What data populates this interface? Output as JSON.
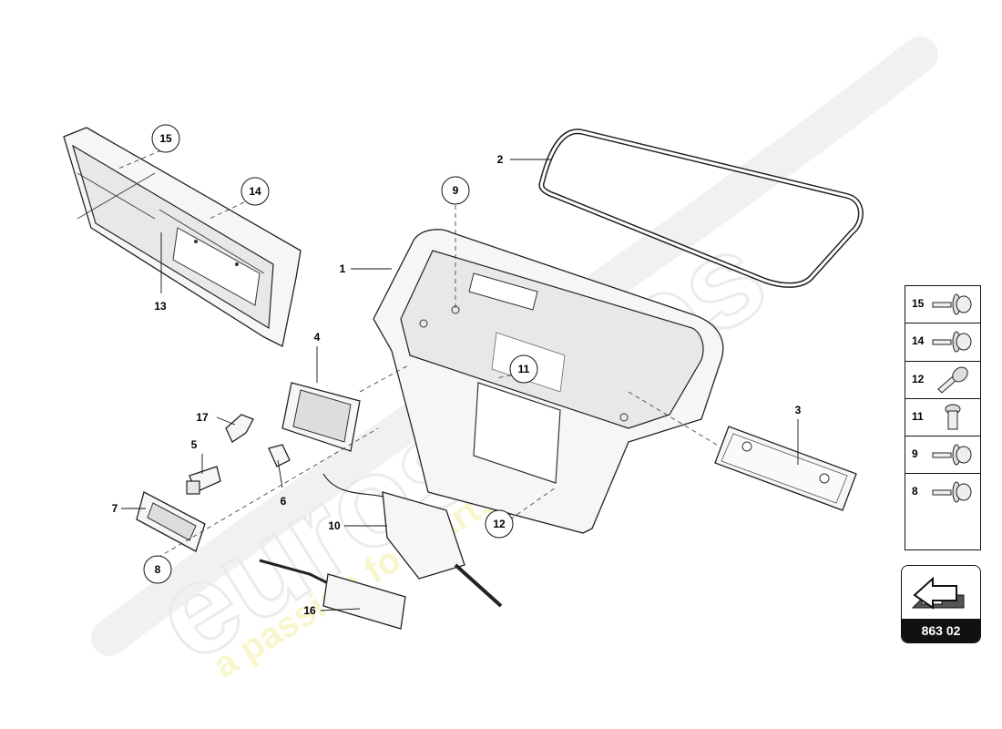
{
  "watermark": {
    "brand": "eurospares",
    "tagline": "a passion for parts since 1985"
  },
  "callouts": [
    {
      "id": "1",
      "label": "1"
    },
    {
      "id": "2",
      "label": "2"
    },
    {
      "id": "3",
      "label": "3"
    },
    {
      "id": "4",
      "label": "4"
    },
    {
      "id": "5",
      "label": "5"
    },
    {
      "id": "6",
      "label": "6"
    },
    {
      "id": "7",
      "label": "7"
    },
    {
      "id": "8",
      "label": "8"
    },
    {
      "id": "9",
      "label": "9"
    },
    {
      "id": "10",
      "label": "10"
    },
    {
      "id": "11",
      "label": "11"
    },
    {
      "id": "12",
      "label": "12"
    },
    {
      "id": "13",
      "label": "13"
    },
    {
      "id": "14",
      "label": "14"
    },
    {
      "id": "15",
      "label": "15"
    },
    {
      "id": "16",
      "label": "16"
    },
    {
      "id": "17",
      "label": "17"
    }
  ],
  "legend": [
    {
      "number": "15",
      "icon": "flange-bolt-icon"
    },
    {
      "number": "14",
      "icon": "flange-bolt-icon"
    },
    {
      "number": "12",
      "icon": "rivet-icon"
    },
    {
      "number": "11",
      "icon": "torx-screw-icon"
    },
    {
      "number": "9",
      "icon": "flange-bolt-icon"
    },
    {
      "number": "8",
      "icon": "flange-bolt-icon"
    }
  ],
  "diagram_ref": {
    "code": "863 02",
    "icon": "direction-arrow-icon"
  }
}
